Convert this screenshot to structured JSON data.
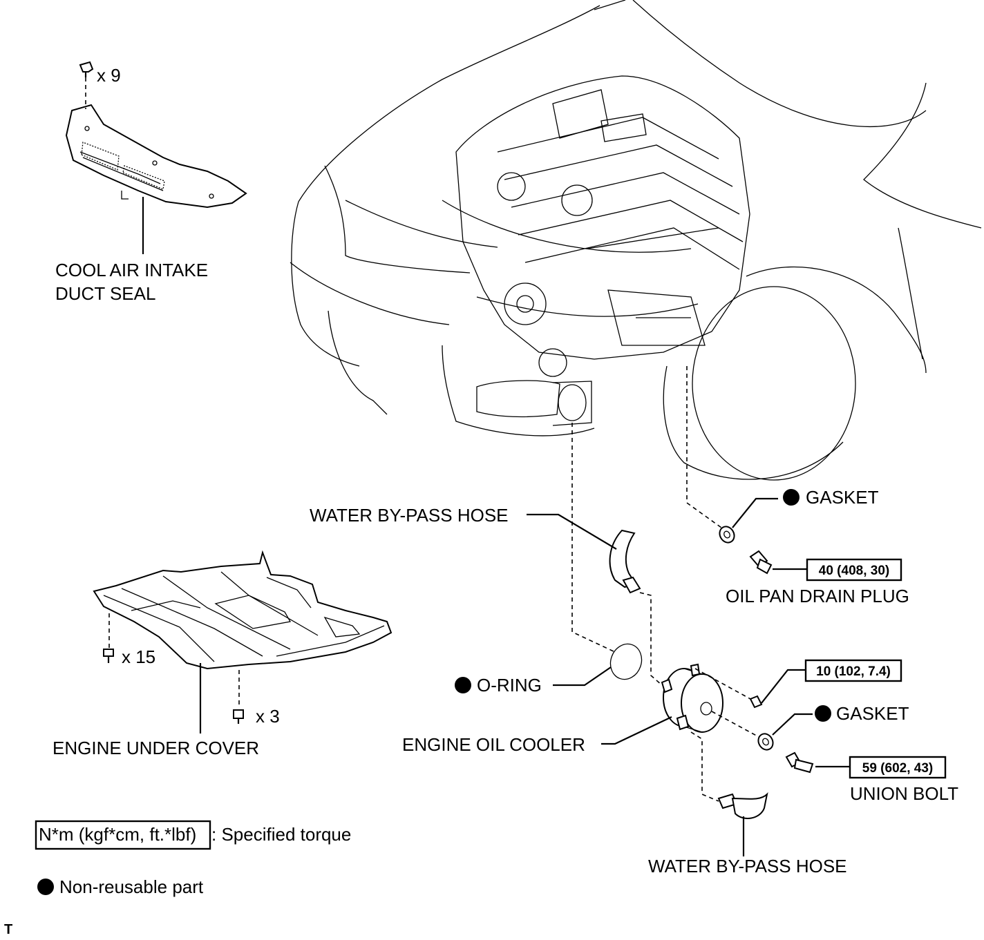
{
  "labels": {
    "cool_air_intake_duct_seal_line1": "COOL AIR INTAKE",
    "cool_air_intake_duct_seal_line2": "DUCT SEAL",
    "qty_x9": "x 9",
    "qty_x15": "x 15",
    "qty_x3": "x 3",
    "engine_under_cover": "ENGINE UNDER COVER",
    "water_bypass_hose_upper": "WATER BY-PASS HOSE",
    "water_bypass_hose_lower": "WATER BY-PASS HOSE",
    "gasket_upper": "GASKET",
    "gasket_lower": "GASKET",
    "oil_pan_drain_plug": "OIL PAN DRAIN PLUG",
    "o_ring": "O-RING",
    "engine_oil_cooler": "ENGINE OIL COOLER",
    "union_bolt": "UNION BOLT",
    "page_marker": "T"
  },
  "torques": {
    "oil_pan_drain_plug": "40 (408, 30)",
    "cooler_bolt": "10 (102, 7.4)",
    "union_bolt": "59 (602, 43)"
  },
  "legend": {
    "torque_box": "N*m (kgf*cm, ft.*lbf)",
    "torque_text": ": Specified torque",
    "non_reusable_text": "Non-reusable part"
  }
}
